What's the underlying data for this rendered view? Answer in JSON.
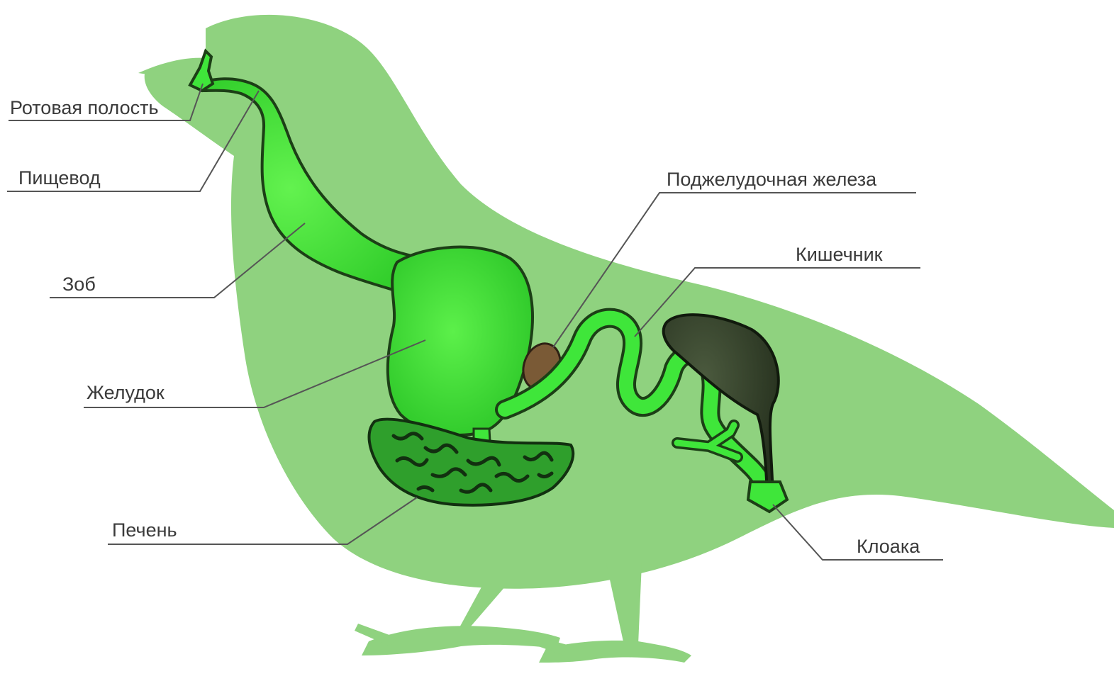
{
  "labels": {
    "mouth": "Ротовая полость",
    "esophagus": "Пищевод",
    "crop": "Зоб",
    "stomach": "Желудок",
    "liver": "Печень",
    "pancreas": "Поджелудочная железа",
    "intestine": "Кишечник",
    "cloaca": "Клоака"
  },
  "colors": {
    "silhouette": "#8fd27f",
    "organ": "#3fe63a",
    "organ_outline": "#1c3f16",
    "liver": "#2f9f2c",
    "pancreas": "#7a5a36",
    "rectum": "#3d4a34",
    "leader": "#555555"
  }
}
